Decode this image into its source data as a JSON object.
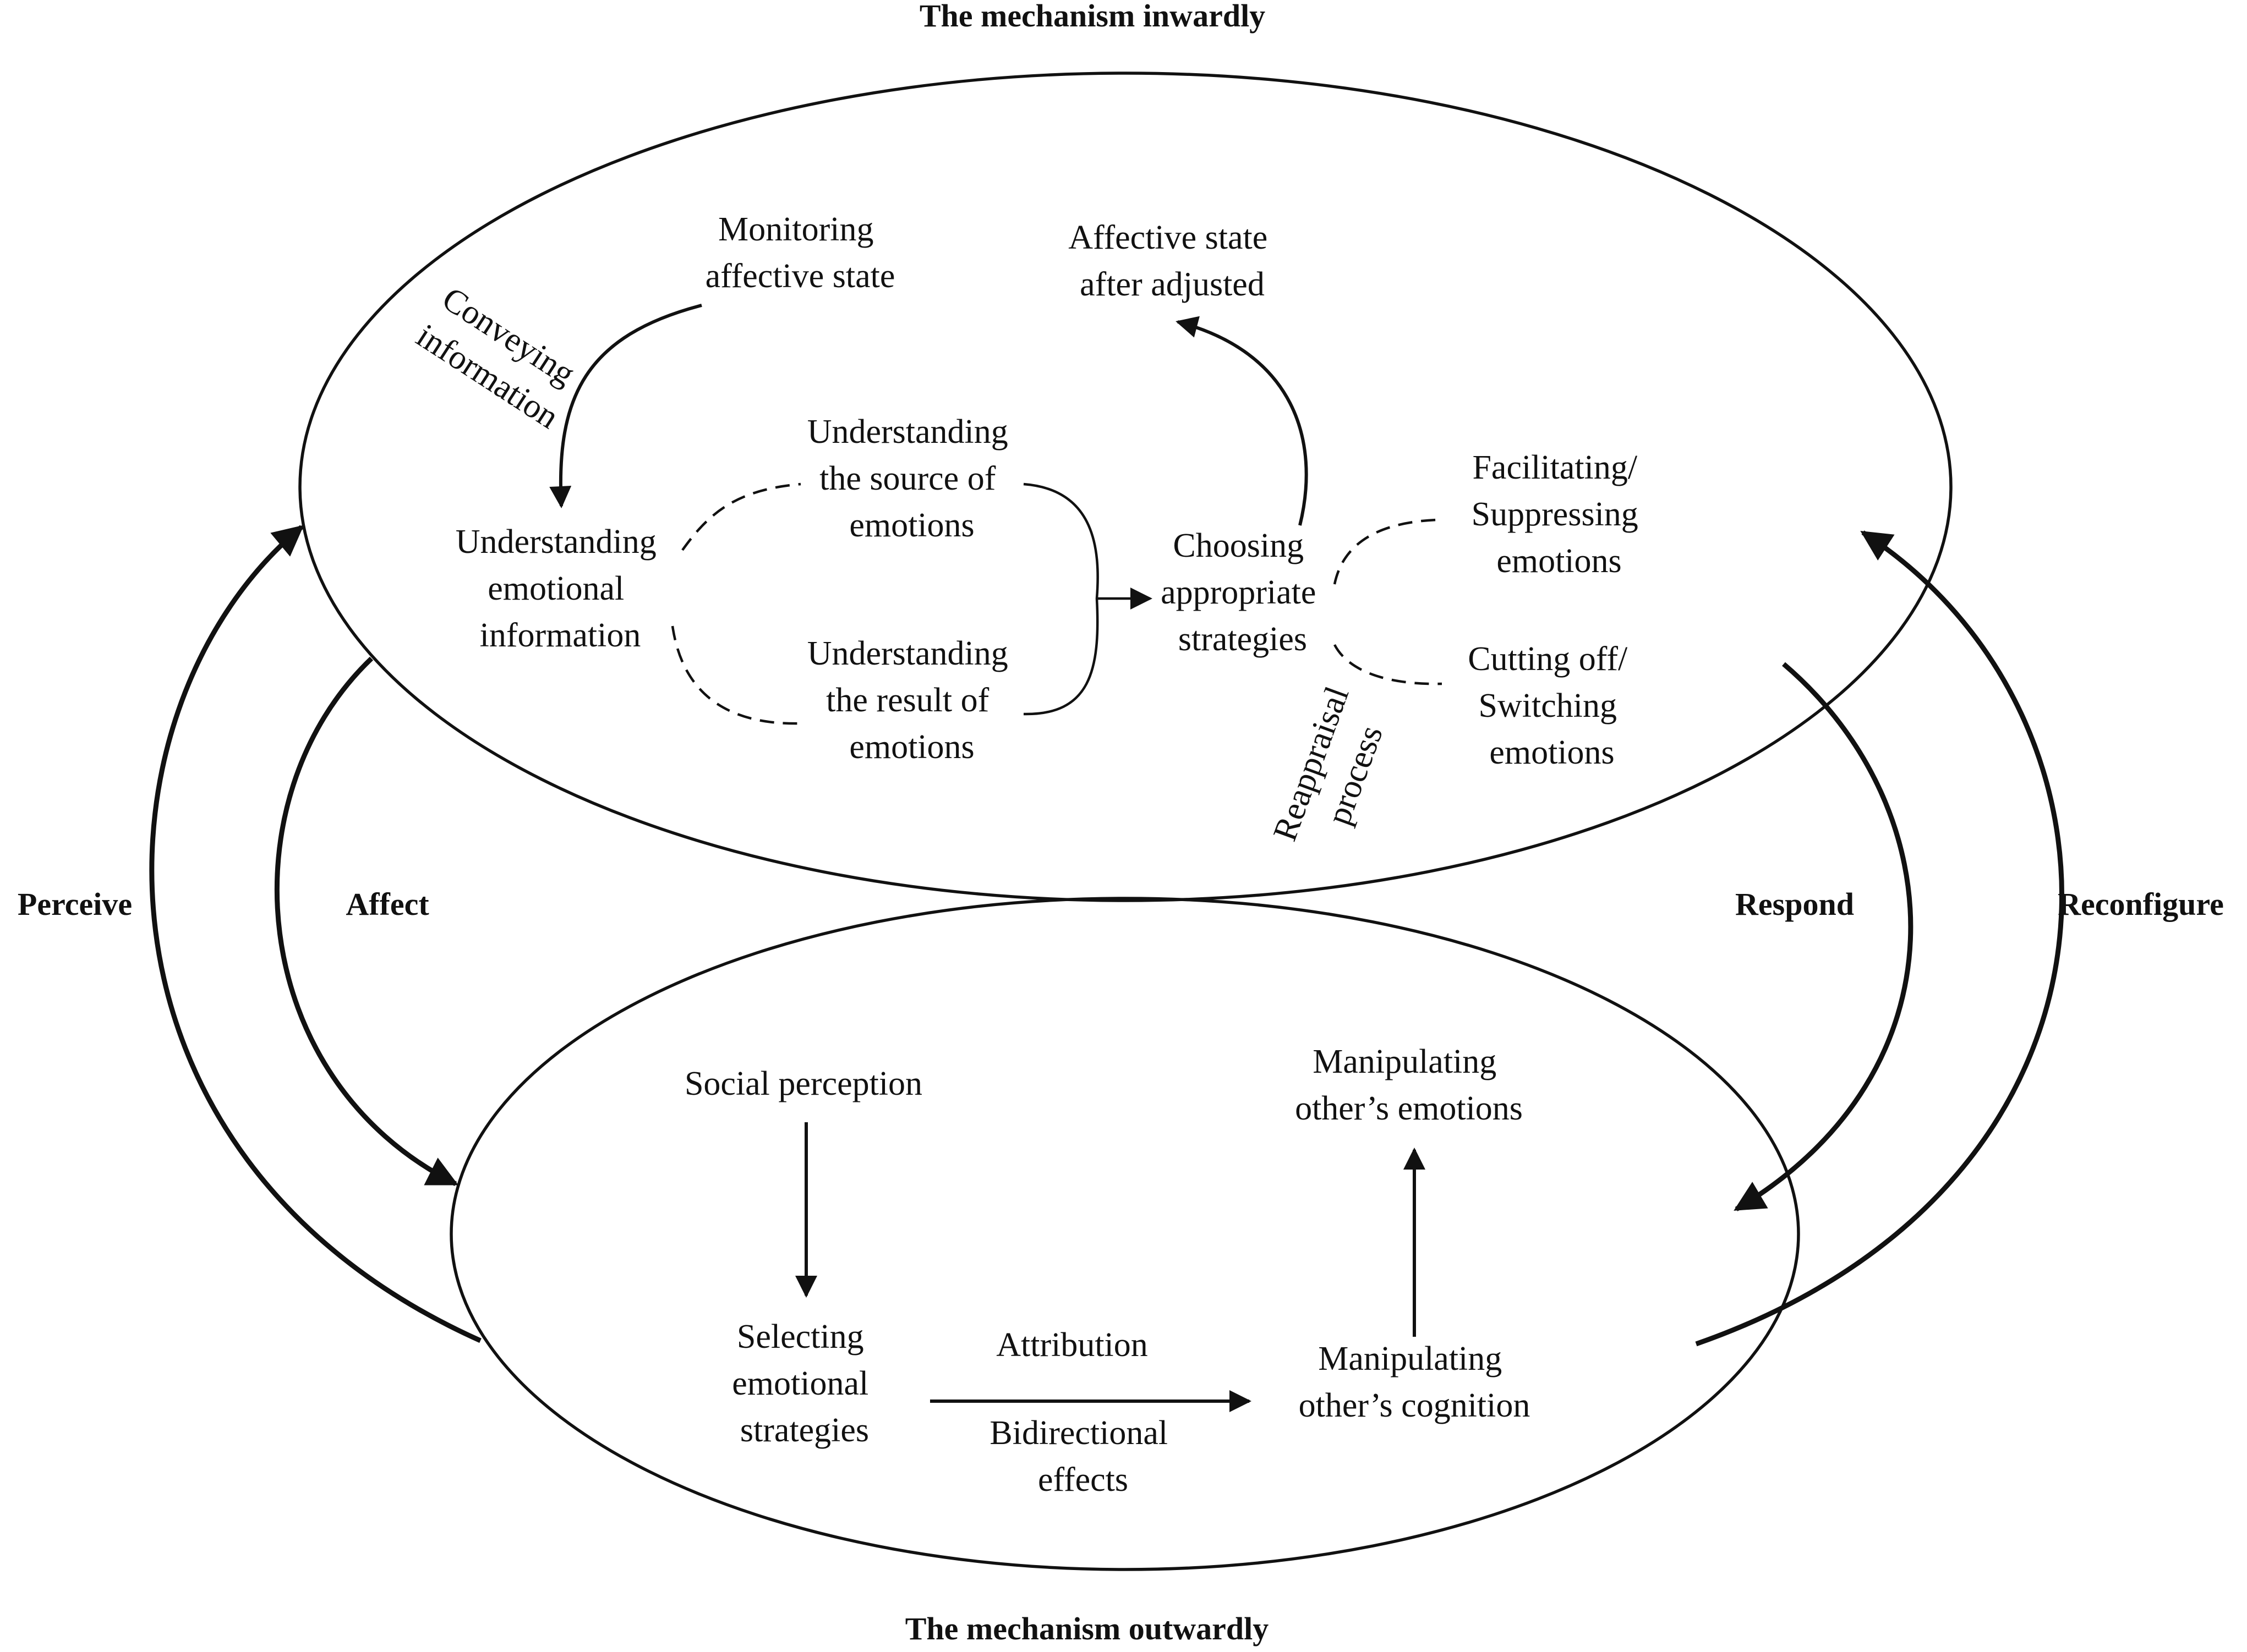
{
  "titles": {
    "top": "The mechanism inwardly",
    "bottom": "The mechanism outwardly"
  },
  "outer_labels": {
    "perceive": "Perceive",
    "affect": "Affect",
    "respond": "Respond",
    "reconfigure": "Reconfigure"
  },
  "inward": {
    "monitoring": [
      "Monitoring",
      "affective state"
    ],
    "conveying": [
      "Conveying",
      "information"
    ],
    "understanding_info": [
      "Understanding",
      "emotional",
      "information"
    ],
    "source": [
      "Understanding",
      "the source of",
      "emotions"
    ],
    "result": [
      "Understanding",
      "the result of",
      "emotions"
    ],
    "adjusted": [
      "Affective state",
      "after adjusted"
    ],
    "choosing": [
      "Choosing",
      "appropriate",
      "strategies"
    ],
    "facilitating": [
      "Facilitating/",
      "Suppressing",
      "emotions"
    ],
    "cutting": [
      "Cutting off/",
      "Switching",
      "emotions"
    ],
    "reappraisal": [
      "Reappraisal",
      "process"
    ]
  },
  "outward": {
    "social": [
      "Social perception"
    ],
    "selecting": [
      "Selecting",
      "emotional",
      "strategies"
    ],
    "attribution": [
      "Attribution"
    ],
    "bidirectional": [
      "Bidirectional",
      "effects"
    ],
    "manip_emotions": [
      "Manipulating",
      "other’s emotions"
    ],
    "manip_cognition": [
      "Manipulating",
      "other’s cognition"
    ]
  }
}
